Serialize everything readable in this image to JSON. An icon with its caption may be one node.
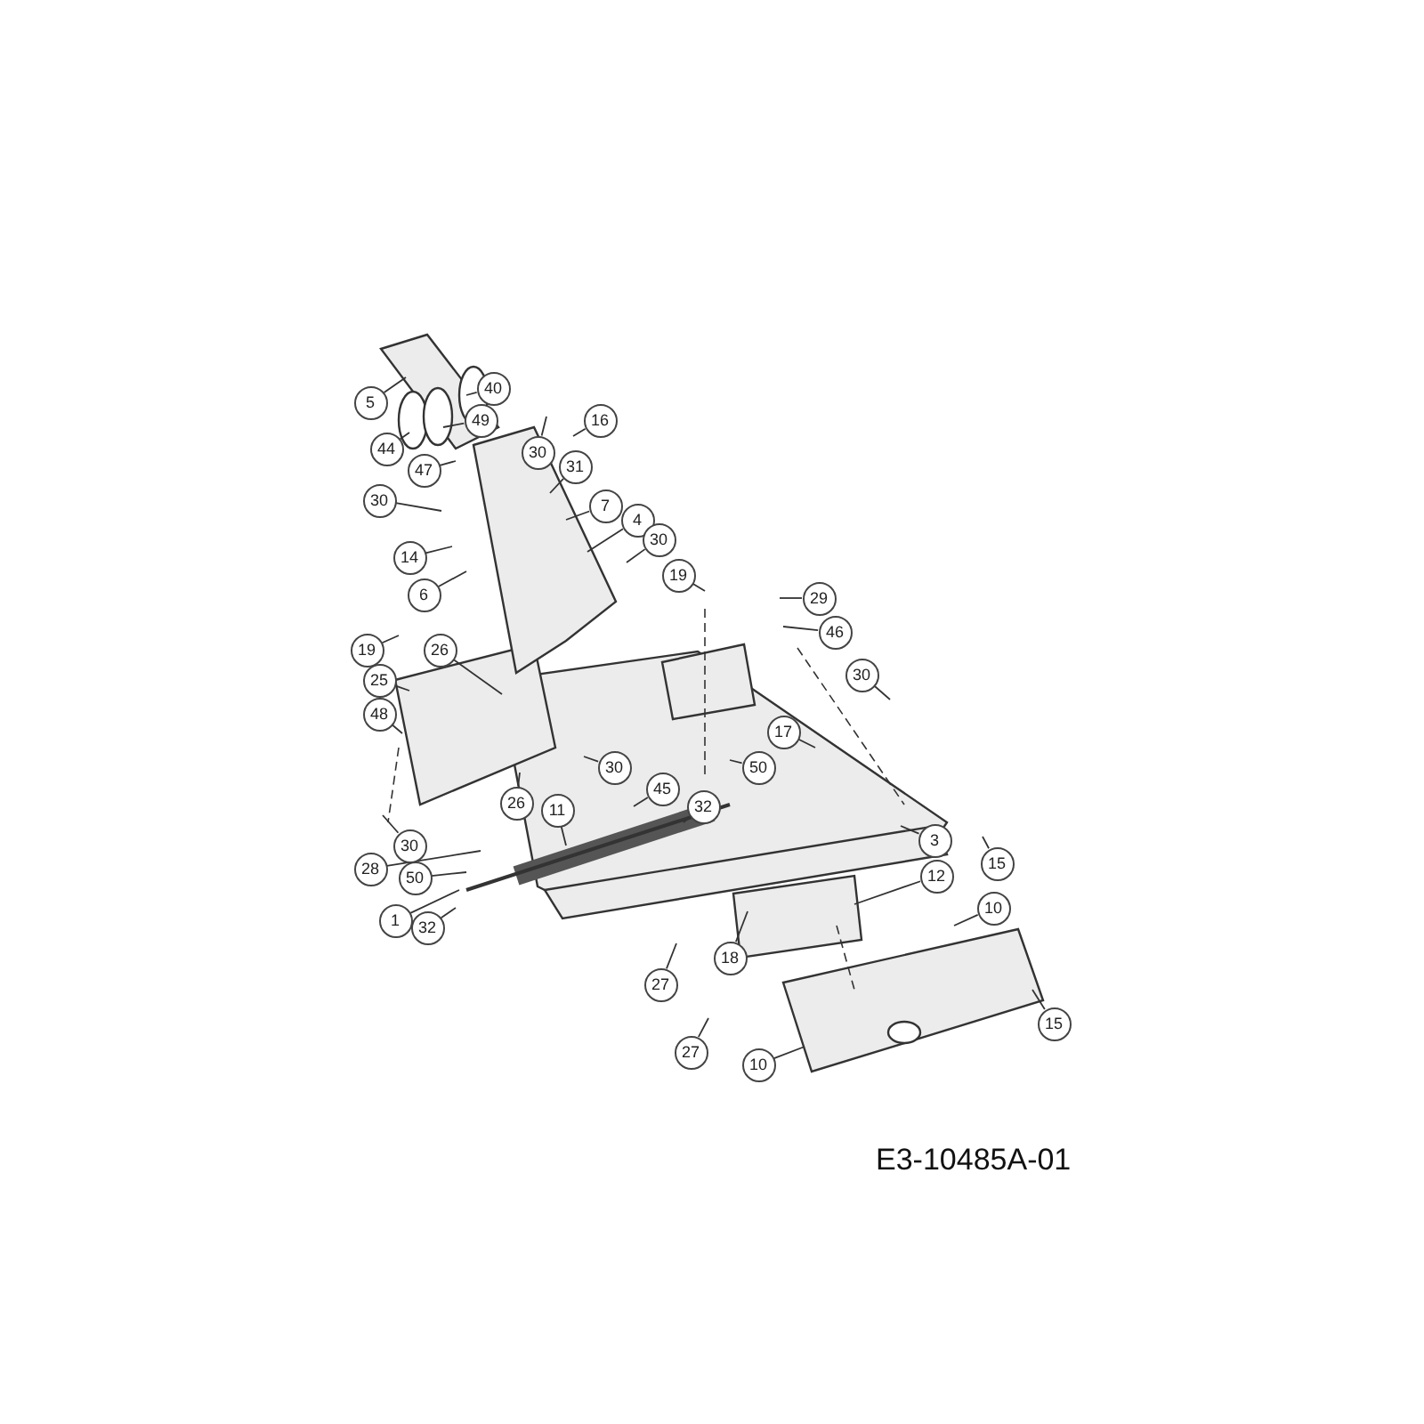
{
  "diagram": {
    "nodes": [
      {
        "text": [
          "5"
        ]
      },
      {
        "text": [
          "40"
        ]
      },
      {
        "text": [
          "49"
        ]
      },
      {
        "text": [
          "16"
        ]
      },
      {
        "text": [
          "44"
        ]
      },
      {
        "text": [
          "30"
        ]
      },
      {
        "text": [
          "47"
        ]
      },
      {
        "text": [
          "31"
        ]
      },
      {
        "text": [
          "30"
        ]
      },
      {
        "text": [
          "7"
        ]
      },
      {
        "text": [
          "4"
        ]
      },
      {
        "text": [
          "30"
        ]
      },
      {
        "text": [
          "14"
        ]
      },
      {
        "text": [
          "6"
        ]
      },
      {
        "text": [
          "19"
        ]
      },
      {
        "text": [
          "29"
        ]
      },
      {
        "text": [
          "46"
        ]
      },
      {
        "text": [
          "19"
        ]
      },
      {
        "text": [
          "26"
        ]
      },
      {
        "text": [
          "30"
        ]
      },
      {
        "text": [
          "25"
        ]
      },
      {
        "text": [
          "48"
        ]
      },
      {
        "text": [
          "17"
        ]
      },
      {
        "text": [
          "30"
        ]
      },
      {
        "text": [
          "50"
        ]
      },
      {
        "text": [
          "45"
        ]
      },
      {
        "text": [
          "26"
        ]
      },
      {
        "text": [
          "11"
        ]
      },
      {
        "text": [
          "32"
        ]
      },
      {
        "text": [
          "30"
        ]
      },
      {
        "text": [
          "28"
        ]
      },
      {
        "text": [
          "50"
        ]
      },
      {
        "text": [
          "3"
        ]
      },
      {
        "text": [
          "12"
        ]
      },
      {
        "text": [
          "15"
        ]
      },
      {
        "text": [
          "10"
        ]
      },
      {
        "text": [
          "1"
        ]
      },
      {
        "text": [
          "32"
        ]
      },
      {
        "text": [
          "18"
        ]
      },
      {
        "text": [
          "27"
        ]
      },
      {
        "text": [
          "27"
        ]
      },
      {
        "text": [
          "10"
        ]
      },
      {
        "text": [
          "15"
        ]
      }
    ],
    "edges": [
      {
        "from": 0,
        "to": null,
        "arrow": "none"
      },
      {
        "from": 1,
        "to": null,
        "arrow": "none"
      },
      {
        "from": 2,
        "to": null,
        "arrow": "none"
      },
      {
        "from": 3,
        "to": null,
        "arrow": "none"
      },
      {
        "from": 4,
        "to": null,
        "arrow": "none"
      },
      {
        "from": 5,
        "to": null,
        "arrow": "none"
      },
      {
        "from": 6,
        "to": null,
        "arrow": "none"
      },
      {
        "from": 7,
        "to": null,
        "arrow": "none"
      },
      {
        "from": 8,
        "to": null,
        "arrow": "none"
      },
      {
        "from": 9,
        "to": null,
        "arrow": "none"
      },
      {
        "from": 10,
        "to": null,
        "arrow": "none"
      },
      {
        "from": 11,
        "to": null,
        "arrow": "none"
      },
      {
        "from": 12,
        "to": null,
        "arrow": "none"
      },
      {
        "from": 13,
        "to": null,
        "arrow": "none"
      },
      {
        "from": 14,
        "to": null,
        "arrow": "none"
      },
      {
        "from": 15,
        "to": null,
        "arrow": "none"
      },
      {
        "from": 16,
        "to": null,
        "arrow": "none"
      },
      {
        "from": 17,
        "to": null,
        "arrow": "none"
      },
      {
        "from": 18,
        "to": null,
        "arrow": "none"
      },
      {
        "from": 19,
        "to": null,
        "arrow": "none"
      },
      {
        "from": 20,
        "to": null,
        "arrow": "none"
      },
      {
        "from": 21,
        "to": null,
        "arrow": "none"
      },
      {
        "from": 22,
        "to": null,
        "arrow": "none"
      },
      {
        "from": 23,
        "to": null,
        "arrow": "none"
      },
      {
        "from": 24,
        "to": null,
        "arrow": "none"
      },
      {
        "from": 25,
        "to": null,
        "arrow": "none"
      },
      {
        "from": 26,
        "to": null,
        "arrow": "none"
      },
      {
        "from": 27,
        "to": null,
        "arrow": "none"
      },
      {
        "from": 28,
        "to": null,
        "arrow": "none"
      },
      {
        "from": 29,
        "to": null,
        "arrow": "none"
      },
      {
        "from": 30,
        "to": null,
        "arrow": "none"
      },
      {
        "from": 31,
        "to": null,
        "arrow": "none"
      },
      {
        "from": 32,
        "to": null,
        "arrow": "none"
      },
      {
        "from": 33,
        "to": null,
        "arrow": "none"
      },
      {
        "from": 34,
        "to": null,
        "arrow": "none"
      },
      {
        "from": 35,
        "to": null,
        "arrow": "none"
      },
      {
        "from": 36,
        "to": null,
        "arrow": "none"
      },
      {
        "from": 37,
        "to": null,
        "arrow": "none"
      },
      {
        "from": 38,
        "to": null,
        "arrow": "none"
      },
      {
        "from": 39,
        "to": null,
        "arrow": "none"
      },
      {
        "from": 40,
        "to": null,
        "arrow": "none"
      },
      {
        "from": 41,
        "to": null,
        "arrow": "none"
      },
      {
        "from": 42,
        "to": null,
        "arrow": "none"
      }
    ],
    "labels": [
      "E3-10485A-01"
    ]
  }
}
